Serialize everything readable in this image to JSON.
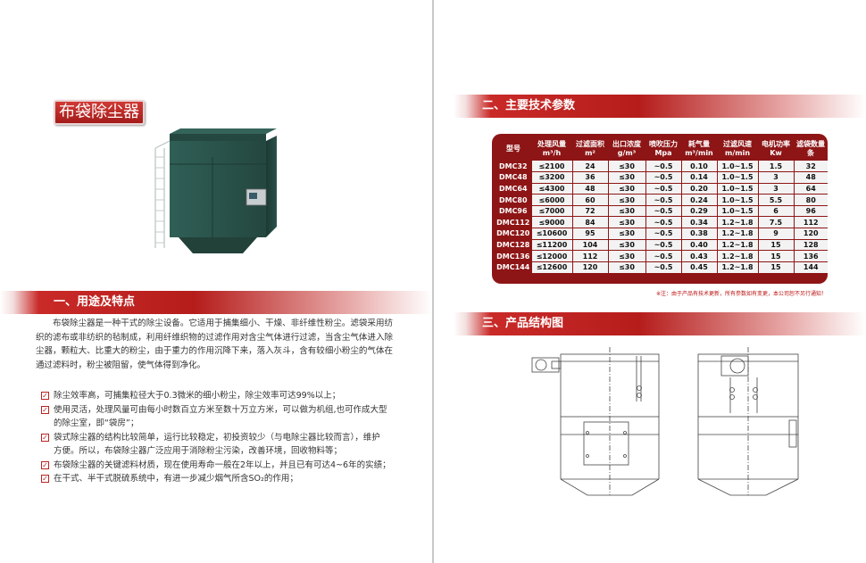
{
  "left_page": {
    "product_title": "布袋除尘器",
    "section1": {
      "title": "一、用途及特点"
    },
    "intro": "布袋除尘器是一种干式的除尘设备。它适用于捕集细小、干燥、非纤维性粉尘。滤袋采用纺织的滤布或非纺织的毡制成，利用纤维织物的过滤作用对含尘气体进行过滤，当含尘气体进入除尘器，颗粒大、比重大的粉尘，由于重力的作用沉降下来，落入灰斗，含有较细小粉尘的气体在通过滤料时，粉尘被阻留，使气体得到净化。",
    "features": [
      "除尘效率高，可捕集粒径大于0.3微米的细小粉尘，除尘效率可达99%以上；",
      "使用灵活，处理风量可由每小时数百立方米至数十万立方米，可以做为机组,也可作成大型\n的除尘室，即“袋房”；",
      "袋式除尘器的结构比较简单，运行比较稳定，初投资较少（与电除尘器比较而言），维护\n方便。所以，布袋除尘器广泛应用于消除粉尘污染，改善环境，回收物料等；",
      "布袋除尘器的关键滤料材质，现在使用寿命一般在2年以上，并且已有可达4~6年的实绩；",
      "在干式、半干式脱硫系统中，有进一步减少烟气所含SO₂的作用；"
    ]
  },
  "right_page": {
    "section2": {
      "title": "二、主要技术参数"
    },
    "section3": {
      "title": "三、产品结构图"
    },
    "spec_table": {
      "headers": [
        "型号",
        "处理风量 m³/h",
        "过滤面积 m²",
        "出口浓度 g/m³",
        "喷吹压力 Mpa",
        "耗气量 m³/min",
        "过滤风速 m/min",
        "电机功率 Kw",
        "滤袋数量 条"
      ],
      "rows": [
        [
          "DMC32",
          "≤2100",
          "24",
          "≤30",
          "~0.5",
          "0.10",
          "1.0~1.5",
          "1.5",
          "32"
        ],
        [
          "DMC48",
          "≤3200",
          "36",
          "≤30",
          "~0.5",
          "0.14",
          "1.0~1.5",
          "3",
          "48"
        ],
        [
          "DMC64",
          "≤4300",
          "48",
          "≤30",
          "~0.5",
          "0.20",
          "1.0~1.5",
          "3",
          "64"
        ],
        [
          "DMC80",
          "≤6000",
          "60",
          "≤30",
          "~0.5",
          "0.24",
          "1.0~1.5",
          "5.5",
          "80"
        ],
        [
          "DMC96",
          "≤7000",
          "72",
          "≤30",
          "~0.5",
          "0.29",
          "1.0~1.5",
          "6",
          "96"
        ],
        [
          "DMC112",
          "≤9000",
          "84",
          "≤30",
          "~0.5",
          "0.34",
          "1.2~1.8",
          "7.5",
          "112"
        ],
        [
          "DMC120",
          "≤10600",
          "95",
          "≤30",
          "~0.5",
          "0.38",
          "1.2~1.8",
          "9",
          "120"
        ],
        [
          "DMC128",
          "≤11200",
          "104",
          "≤30",
          "~0.5",
          "0.40",
          "1.2~1.8",
          "15",
          "128"
        ],
        [
          "DMC136",
          "≤12000",
          "112",
          "≤30",
          "~0.5",
          "0.43",
          "1.2~1.8",
          "15",
          "136"
        ],
        [
          "DMC144",
          "≤12600",
          "120",
          "≤30",
          "~0.5",
          "0.45",
          "1.2~1.8",
          "15",
          "144"
        ]
      ],
      "note": "※注：由于产品有技术更新，所有参数如有变更，本公司恕不另行通知！"
    }
  },
  "colors": {
    "brand_red": "#b51d1b",
    "table_red": "#8e1516",
    "machine_green": "#2d5a52"
  },
  "icons": {
    "feature_bullet": "checkbox-checked-icon"
  }
}
